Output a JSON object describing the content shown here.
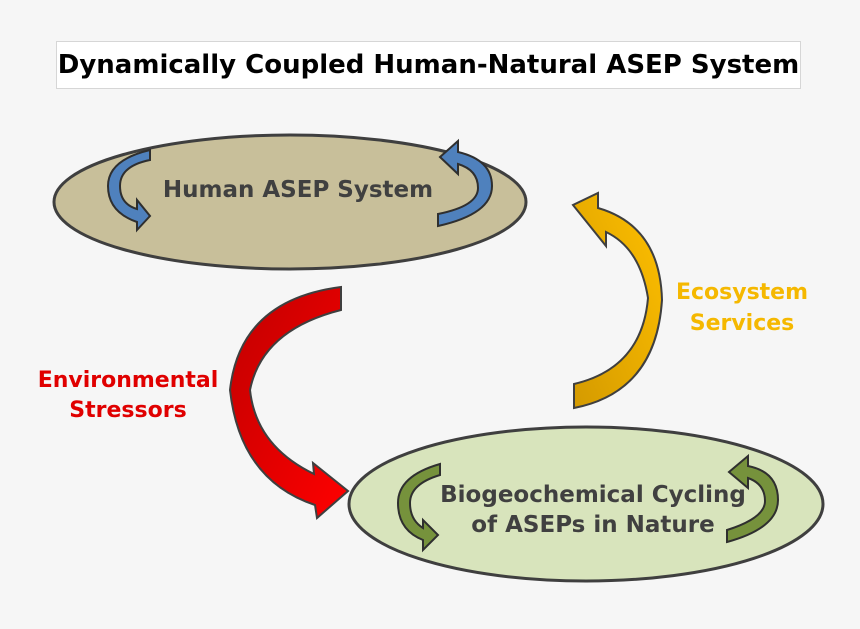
{
  "title": "Dynamically Coupled Human-Natural ASEP System",
  "nodes": {
    "human": {
      "label": "Human ASEP System",
      "fill": "#c8bf9a",
      "arrow_color": "#4f81bd",
      "text_color": "#404040"
    },
    "nature": {
      "line1": "Biogeochemical Cycling",
      "line2": "of ASEPs in Nature",
      "fill": "#d8e4bc",
      "arrow_color": "#76923c",
      "text_color": "#404040"
    }
  },
  "flows": {
    "stressors": {
      "line1": "Environmental",
      "line2": "Stressors",
      "color": "#ff0000"
    },
    "services": {
      "line1": "Ecosystem",
      "line2": "Services",
      "color": "#ffc000"
    }
  },
  "colors": {
    "background": "#f6f6f6",
    "outline": "#3f3f3f"
  }
}
